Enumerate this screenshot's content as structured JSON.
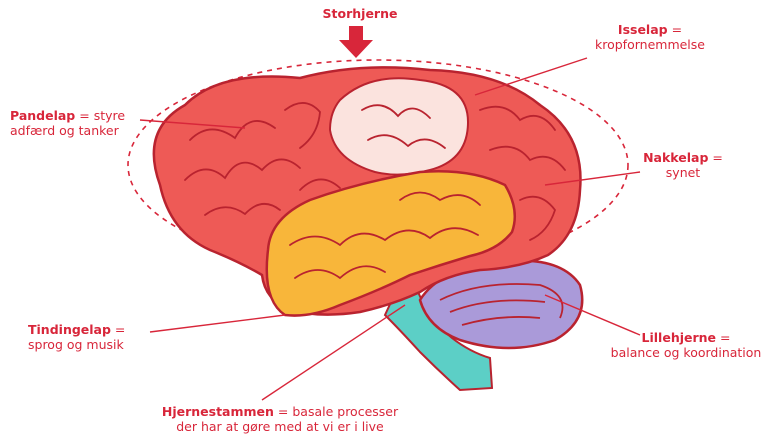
{
  "colors": {
    "accent": "#d8263a",
    "cerebrum": "#ef5a5a",
    "parietal": "#fbe1dc",
    "temporal": "#f8b63a",
    "cerebellum": "#a99ad8",
    "brainstem": "#5ccfc6"
  },
  "title": "Storhjerne",
  "labels": {
    "pandelap": {
      "name": "Pandelap",
      "desc1": "= styre",
      "desc2": "adfærd og tanker"
    },
    "isselap": {
      "name": "Isselap",
      "desc1": "=",
      "desc2": "kropfornemmelse"
    },
    "nakkelap": {
      "name": "Nakkelap",
      "desc1": "=",
      "desc2": "synet"
    },
    "tindingelap": {
      "name": "Tindingelap",
      "desc1": "=",
      "desc2": "sprog og musik"
    },
    "lillehjerne": {
      "name": "Lillehjerne",
      "desc1": "=",
      "desc2": "balance og koordination"
    },
    "hjernestammen": {
      "name": "Hjernestammen",
      "desc1": "= basale processer",
      "desc2": "der har at gøre med at vi er i live"
    }
  }
}
